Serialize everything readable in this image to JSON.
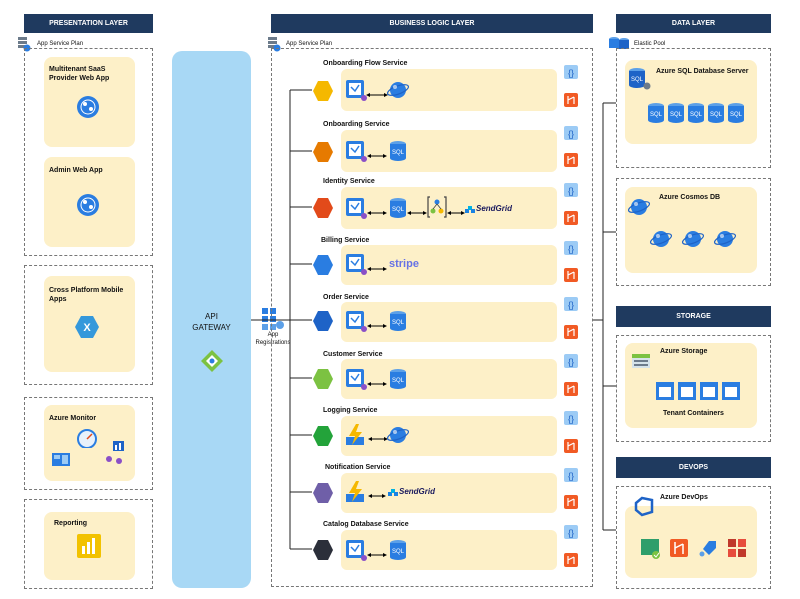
{
  "presentation": {
    "header": "PRESENTATION LAYER",
    "plan_label": "App Service Plan",
    "multitenant": "Multitenant SaaS Provider Web App",
    "admin": "Admin Web App",
    "mobile": "Cross Platform Mobile Apps",
    "monitor": "Azure Monitor",
    "reporting": "Reporting"
  },
  "gateway": {
    "label": "API GATEWAY",
    "registrations": "App Registrations"
  },
  "business": {
    "header": "BUSINESS LOGIC LAYER",
    "plan_label": "App Service Plan",
    "services": [
      {
        "name": "Onboarding Flow Service",
        "color": "#f5b800",
        "extra": ""
      },
      {
        "name": "Onboarding Service",
        "color": "#e67a00",
        "extra": ""
      },
      {
        "name": "Identity Service",
        "color": "#e24a1a",
        "extra": "SendGrid"
      },
      {
        "name": "Billing Service",
        "color": "#2a7de1",
        "extra": "stripe"
      },
      {
        "name": "Order Service",
        "color": "#1e63c7",
        "extra": ""
      },
      {
        "name": "Customer Service",
        "color": "#7cc242",
        "extra": ""
      },
      {
        "name": "Logging Service",
        "color": "#23a33a",
        "extra": ""
      },
      {
        "name": "Notification Service",
        "color": "#6f5fa8",
        "extra": "SendGrid"
      },
      {
        "name": "Catalog Database Service",
        "color": "#2b2f3a",
        "extra": ""
      }
    ]
  },
  "data_layer": {
    "header": "DATA LAYER",
    "pool": "Elastic Pool",
    "sql_server": "Azure SQL Database Server",
    "sql": "SQL",
    "cosmos": "Azure Cosmos DB"
  },
  "storage": {
    "header": "STORAGE",
    "title": "Azure Storage",
    "containers": "Tenant Containers"
  },
  "devops": {
    "header": "DEVOPS",
    "title": "Azure DevOps"
  }
}
